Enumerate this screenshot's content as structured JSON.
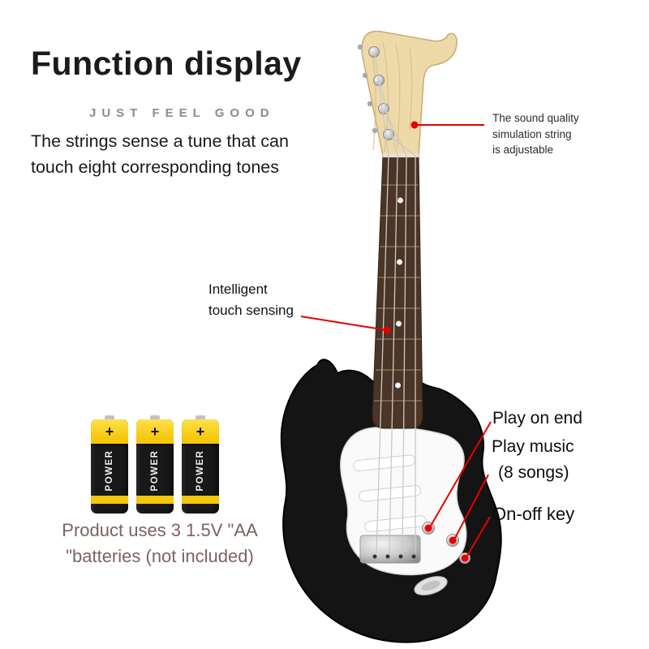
{
  "title": "Function display",
  "tagline": "JUST FEEL GOOD",
  "description": "The strings sense a tune that can touch eight corresponding tones",
  "callouts": {
    "tuner": {
      "line1": "The sound quality",
      "line2": "simulation string",
      "line3": "is adjustable"
    },
    "touch": {
      "line1": "Intelligent",
      "line2": "touch sensing"
    },
    "play_end": {
      "label": "Play on end"
    },
    "play_music": {
      "line1": "Play music",
      "line2": "(8 songs)"
    },
    "onoff": {
      "label": "On-off key"
    }
  },
  "batteries": {
    "count": 3,
    "plus": "+",
    "label": "POWER"
  },
  "battery_note": {
    "line1": "Product uses 3 1.5V \"AA",
    "line2": "\"batteries (not included)"
  },
  "colors": {
    "accent_red": "#e60000",
    "battery_yellow": "#f5c60a",
    "headstock_wood": "#eed9a8",
    "fretboard_brown": "#4a3526",
    "body_black": "#141414",
    "note_text": "#7d6161",
    "tagline_gray": "#8c8c8c"
  }
}
